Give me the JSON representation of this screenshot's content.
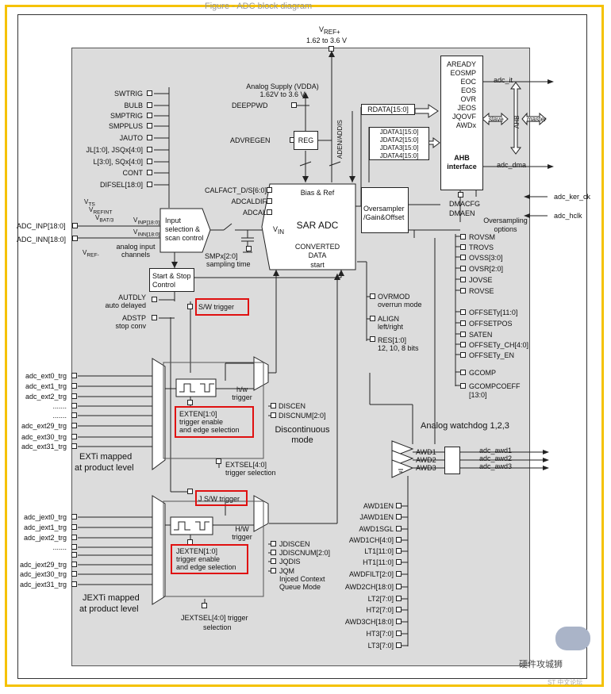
{
  "header": {
    "partial_title": "Figure - ADC block diagram"
  },
  "vref": {
    "label": "V",
    "sub": "REF+",
    "range": "1.62 to 3.6 V"
  },
  "analog_supply": {
    "line1": "Analog Supply (VDDA)",
    "line2": "1.62V to 3.6 V"
  },
  "left_ctrl": [
    "SWTRIG",
    "BULB",
    "SMPTRIG",
    "SMPPLUS",
    "JAUTO",
    "JL[1:0], JSQx[4:0]",
    "L[3:0], SQx[4:0]",
    "CONT",
    "DIFSEL[18:0]"
  ],
  "deeppwd": "DEEPPWD",
  "advregen": "ADVREGEN",
  "reg": "REG",
  "adenaddis": "ADEN/ADDIS",
  "calfact": [
    "CALFACT_D/S[6:0]",
    "ADCALDIF",
    "ADCAL"
  ],
  "bias_ref": "Bias & Ref",
  "sar": {
    "title": "SAR ADC",
    "l1": "CONVERTED",
    "l2": "DATA",
    "l3": "start",
    "vin": "V",
    "vin_sub": "IN"
  },
  "inputs": {
    "vts": "V",
    "vts_sub": "TS",
    "vrefint": "V",
    "vrefint_sub": "REFINT",
    "vbat": "V",
    "vbat_sub": "BAT/3",
    "vinp": "V",
    "vinp_sub": "INP[18:0]",
    "vinn": "V",
    "vinn_sub": "INN[18:0]",
    "vref_minus": "V",
    "vref_minus_sub": "REF-"
  },
  "adc_inp": "ADC_INP[18:0]",
  "adc_inn": "ADC_INN[18:0]",
  "input_sel": [
    "Input",
    "selection &",
    "scan control"
  ],
  "analog_input": [
    "analog input",
    "channels"
  ],
  "smp": [
    "SMPx[2:0]",
    "sampling time"
  ],
  "start_stop": [
    "Start & Stop",
    "Control"
  ],
  "autdly": [
    "AUTDLY",
    "auto delayed"
  ],
  "adstp": [
    "ADSTP",
    "stop conv"
  ],
  "sw_trigger": "S/W trigger",
  "jsw_trigger": "J S/W trigger",
  "ext_pins": [
    "adc_ext0_trg",
    "adc_ext1_trg",
    "adc_ext2_trg",
    "adc_ext29_trg",
    "adc_ext30_trg",
    "adc_ext31_trg"
  ],
  "jext_pins": [
    "adc_jext0_trg",
    "adc_jext1_trg",
    "adc_jext2_trg",
    "adc_jext29_trg",
    "adc_jext30_trg",
    "adc_jext31_trg"
  ],
  "dots": ".......",
  "exten": [
    "EXTEN[1:0]",
    "trigger enable",
    "and edge selection"
  ],
  "jexten": [
    "JEXTEN[1:0]",
    "trigger enable",
    "and edge selection"
  ],
  "hw_trigger": [
    "h/w",
    "trigger"
  ],
  "jhw_trigger": [
    "H/W",
    "trigger"
  ],
  "discen": [
    "DISCEN",
    "DISCNUM[2:0]"
  ],
  "discontinuous": [
    "Discontinuous",
    "mode"
  ],
  "exti": [
    "EXTi mapped",
    "at product level"
  ],
  "jexti": [
    "JEXTi mapped",
    "at product level"
  ],
  "extsel": [
    "EXTSEL[4:0]",
    "trigger selection"
  ],
  "jextsel": [
    "JEXTSEL[4:0] trigger",
    "selection"
  ],
  "jctrl": [
    "JDISCEN",
    "JDISCNUM[2:0]",
    "JQDIS",
    "JQM"
  ],
  "jqm_desc": [
    "Injced Context",
    "Queue Mode"
  ],
  "ovrmod": [
    "OVRMOD",
    "overrun mode"
  ],
  "align": [
    "ALIGN",
    "left/right"
  ],
  "res": [
    "RES[1:0]",
    "12, 10, 8 bits"
  ],
  "rdata": "RDATA[15:0]",
  "jdata": [
    "JDATA1[15:0]",
    "JDATA2[15:0]",
    "JDATA3[15:0]",
    "JDATA4[15:0]"
  ],
  "oversampler": [
    "Oversampler",
    "/Gain&Offset"
  ],
  "ahb_signals": [
    "AREADY",
    "EOSMP",
    "EOC",
    "EOS",
    "OVR",
    "JEOS",
    "JQOVF",
    "AWDx"
  ],
  "ahb": {
    "vertical": "AHB",
    "title": "AHB",
    "sub": "interface",
    "slave": "slave",
    "master": "master"
  },
  "adc_it": "adc_it",
  "adc_dma": "adc_dma",
  "dma": [
    "DMACFG",
    "DMAEN"
  ],
  "adc_ker_ck": "adc_ker_ck",
  "adc_hclk": "adc_hclk",
  "oversampling_options": [
    "Oversampling",
    "options"
  ],
  "os_regs": [
    "ROVSM",
    "TROVS",
    "OVSS[3:0]",
    "OVSR[2:0]",
    "JOVSE",
    "ROVSE"
  ],
  "offset_regs": [
    "OFFSETy[11:0]",
    "OFFSETPOS",
    "SATEN",
    "OFFSETy_CH[4:0]",
    "OFFSETy_EN"
  ],
  "gain_regs": [
    "GCOMP",
    "GCOMPCOEFF",
    "[13:0]"
  ],
  "watchdog": "Analog watchdog 1,2,3",
  "awd": [
    "AWD1",
    "AWD2",
    "AWD3"
  ],
  "adc_awd": [
    "adc_awd1",
    "adc_awd2",
    "adc_awd3"
  ],
  "awd_regs": [
    "AWD1EN",
    "JAWD1EN",
    "AWD1SGL",
    "AWD1CH[4:0]",
    "LT1[11:0]",
    "HT1[11:0]",
    "AWDFILT[2:0]",
    "AWD2CH[18:0]",
    "LT2[7:0]",
    "HT2[7:0]",
    "AWD3CH[18:0]",
    "HT3[7:0]",
    "LT3[7:0]"
  ],
  "watermark": {
    "text": "硬件攻城狮",
    "sub": "ST 中文论坛"
  },
  "colors": {
    "highlight": "#e01010",
    "frame": "#f5c200",
    "block_bg": "#dcdcdc"
  }
}
